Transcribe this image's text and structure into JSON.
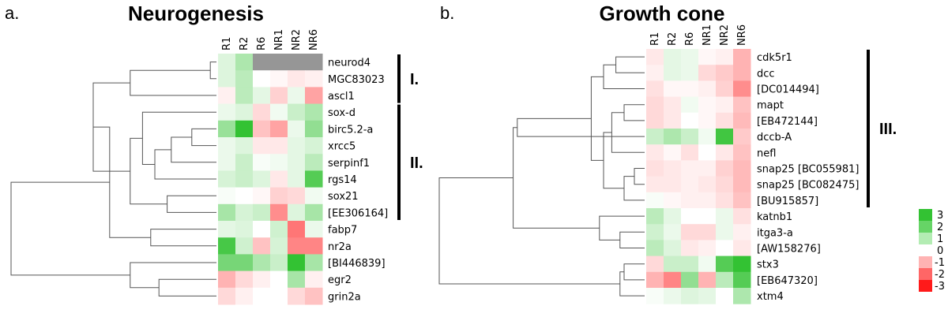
{
  "figure": {
    "panels": [
      {
        "letter": "a.",
        "title": "Neurogenesis"
      },
      {
        "letter": "b.",
        "title": "Growth cone"
      }
    ],
    "legend": {
      "labels": [
        "3",
        "2",
        "1",
        "0",
        "-1",
        "-2",
        "-3"
      ],
      "colors": [
        "#33c233",
        "#66d466",
        "#b3ecb3",
        "#ffffff",
        "#ffb3b3",
        "#ff6666",
        "#ff1a1a"
      ]
    },
    "missing_color": "#969696"
  },
  "chart_data": [
    {
      "type": "heatmap",
      "title": "Neurogenesis",
      "columns": [
        "R1",
        "R2",
        "R6",
        "NR1",
        "NR2",
        "NR6"
      ],
      "rows": [
        "neurod4",
        "MGC83023",
        "ascl1",
        "sox-d",
        "birc5.2-a",
        "xrcc5",
        "serpinf1",
        "rgs14",
        "sox21",
        "[EE306164]",
        "fabp7",
        "nr2a",
        "[BI446839]",
        "egr2",
        "grin2a"
      ],
      "values": [
        [
          0.5,
          1.2,
          null,
          null,
          null,
          null
        ],
        [
          0.5,
          1.0,
          0.0,
          -0.1,
          -0.3,
          -0.2
        ],
        [
          -0.2,
          1.0,
          0.4,
          -0.6,
          0.3,
          -1.2
        ],
        [
          0.3,
          0.5,
          -0.5,
          0.2,
          0.8,
          1.2
        ],
        [
          1.5,
          3.0,
          -0.8,
          -1.2,
          0.3,
          1.6
        ],
        [
          0.3,
          0.5,
          -0.3,
          -0.3,
          0.4,
          0.6
        ],
        [
          0.3,
          0.8,
          0.1,
          0.2,
          0.4,
          1.0
        ],
        [
          0.6,
          0.8,
          0.5,
          -0.3,
          0.4,
          2.5
        ],
        [
          0.1,
          0.0,
          -0.1,
          -0.6,
          -0.5,
          0.2
        ],
        [
          1.3,
          0.6,
          0.8,
          -1.5,
          0.5,
          1.3
        ],
        [
          0.4,
          0.5,
          0.0,
          0.7,
          -1.8,
          0.3
        ],
        [
          2.7,
          0.7,
          -0.8,
          0.6,
          -1.6,
          -1.6
        ],
        [
          2.0,
          2.0,
          1.2,
          0.8,
          3.0,
          1.3
        ],
        [
          -1.0,
          -0.5,
          -0.2,
          0.0,
          1.3,
          -0.2
        ],
        [
          -0.5,
          -0.2,
          0.0,
          0.0,
          -0.5,
          -0.8
        ]
      ],
      "groups": [
        {
          "label": "I.",
          "rows": [
            0,
            2
          ]
        },
        {
          "label": "II.",
          "rows": [
            3,
            9
          ]
        }
      ]
    },
    {
      "type": "heatmap",
      "title": "Growth cone",
      "columns": [
        "R1",
        "R2",
        "R6",
        "NR1",
        "NR2",
        "NR6"
      ],
      "rows": [
        "cdk5r1",
        "dcc",
        "[DC014494]",
        "mapt",
        "[EB472144]",
        "dccb-A",
        "nefl",
        "snap25 [BC055981]",
        "snap25 [BC082475]",
        "[BU915857]",
        "katnb1",
        "itga3-a",
        "[AW158276]",
        "stx3",
        "[EB647320]",
        "xtm4"
      ],
      "values": [
        [
          -0.3,
          0.4,
          0.3,
          -0.1,
          -0.2,
          -1.0
        ],
        [
          -0.2,
          0.4,
          0.3,
          -0.5,
          -0.7,
          -1.0
        ],
        [
          -0.4,
          -0.1,
          -0.1,
          -0.2,
          -0.6,
          -1.5
        ],
        [
          -0.5,
          -0.3,
          0.2,
          -0.1,
          -0.2,
          -0.8
        ],
        [
          -0.5,
          -0.3,
          0.0,
          -0.1,
          -0.4,
          -0.9
        ],
        [
          0.8,
          1.2,
          0.8,
          0.2,
          2.8,
          -0.7
        ],
        [
          -0.3,
          -0.1,
          -0.4,
          0.0,
          -0.3,
          -0.8
        ],
        [
          -0.4,
          -0.3,
          -0.2,
          -0.2,
          -0.6,
          -0.9
        ],
        [
          -0.3,
          -0.3,
          -0.2,
          -0.3,
          -0.5,
          -0.9
        ],
        [
          0.1,
          -0.1,
          -0.2,
          -0.2,
          -0.4,
          -0.8
        ],
        [
          1.0,
          0.4,
          0.0,
          0.0,
          0.3,
          -0.4
        ],
        [
          0.7,
          0.3,
          -0.5,
          -0.5,
          0.3,
          -0.2
        ],
        [
          1.0,
          0.5,
          -0.3,
          -0.2,
          0.0,
          -0.3
        ],
        [
          -0.5,
          0.8,
          0.8,
          0.2,
          2.5,
          3.0
        ],
        [
          -1.0,
          -1.6,
          1.6,
          -1.0,
          1.0,
          2.5
        ],
        [
          0.1,
          0.3,
          0.5,
          0.4,
          0.0,
          1.2
        ]
      ],
      "groups": [
        {
          "label": "III.",
          "rows": [
            0,
            9
          ]
        }
      ]
    }
  ]
}
